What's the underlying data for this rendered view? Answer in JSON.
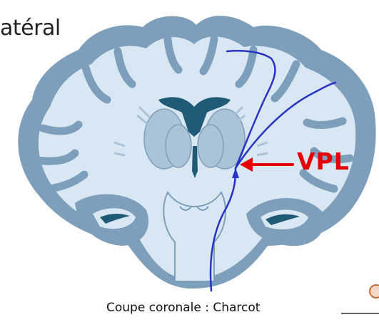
{
  "title_fragment": "atéral",
  "label_vpl": "VPL",
  "caption": "Coupe coronale : Charcot",
  "colors": {
    "brain_fill": "#7d9fbc",
    "brain_light": "#d8e7f1",
    "dark_structure": "#1f5a77",
    "pathway": "#2633c6",
    "arrow": "#e60000"
  }
}
